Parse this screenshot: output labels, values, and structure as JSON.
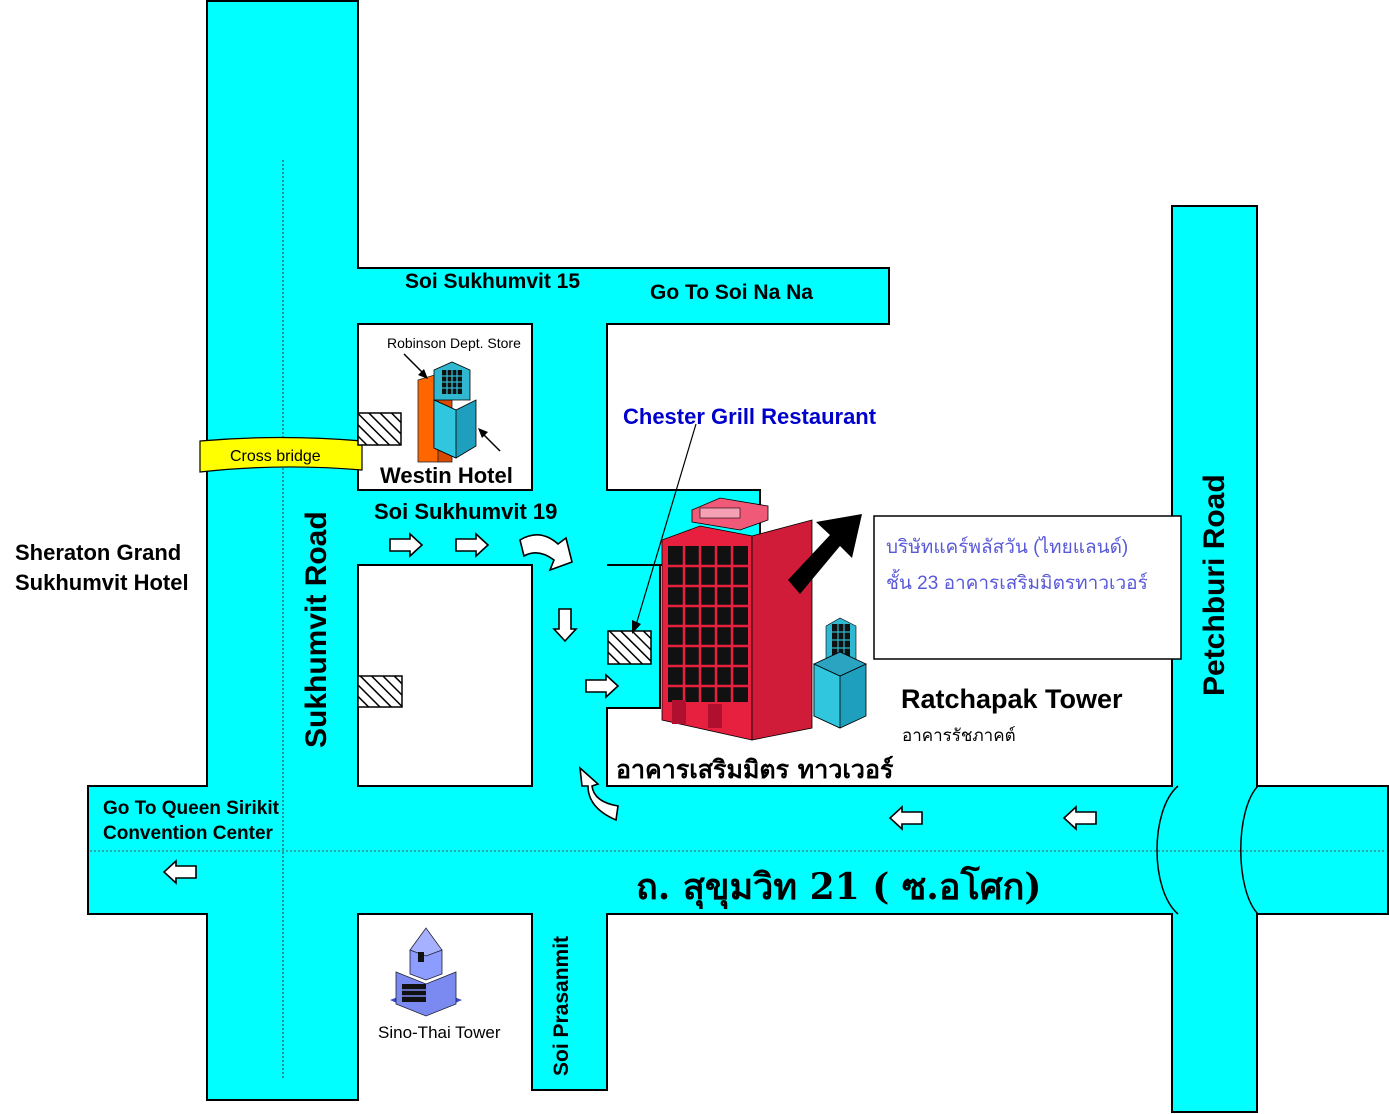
{
  "colors": {
    "road": "#00FFFF",
    "road_outline": "#000000",
    "building_red": "#E8203F",
    "building_red_roof": "#F05A78",
    "building_orange": "#FF6600",
    "building_teal": "#30B8D0",
    "building_blue": "#6A7CFF",
    "bridge_yellow": "#FFFF00",
    "info_text": "#5A5AD8",
    "restaurant_text": "#0000CC"
  },
  "roads": {
    "sukhumvit_road": "Sukhumvit Road",
    "petchburi_road": "Petchburi Road",
    "soi_15": "Soi Sukhumvit 15",
    "soi_19": "Soi Sukhumvit 19",
    "soi_prasanmit": "Soi Prasanmit",
    "soi_21_thai": "ถ. สุขุมวิท 21 ( ซ.อโศก)",
    "go_to_soi_nana": "Go To Soi Na Na",
    "go_to_qsncc_line1": "Go To Queen Sirikit",
    "go_to_qsncc_line2": "Convention Center"
  },
  "landmarks": {
    "robinson": "Robinson Dept. Store",
    "westin": "Westin Hotel",
    "cross_bridge": "Cross bridge",
    "sheraton_line1": "Sheraton Grand",
    "sheraton_line2": "Sukhumvit Hotel",
    "chester_grill": "Chester Grill Restaurant",
    "ratchapak_tower": "Ratchapak Tower",
    "ratchapak_thai": "อาคารรัชภาคต์",
    "sermmit_tower_thai": "อาคารเสริมมิตร ทาวเวอร์",
    "sino_thai": "Sino-Thai Tower"
  },
  "info_box": {
    "line1": "บริษัทแคร์พลัสวัน (ไทยแลนด์)",
    "line2": "ชั้น 23 อาคารเสริมมิตรทาวเวอร์"
  },
  "icons": {
    "route_arrow": "arrow-right-icon",
    "building": "building-icon",
    "pointer": "pointer-arrow-icon"
  }
}
